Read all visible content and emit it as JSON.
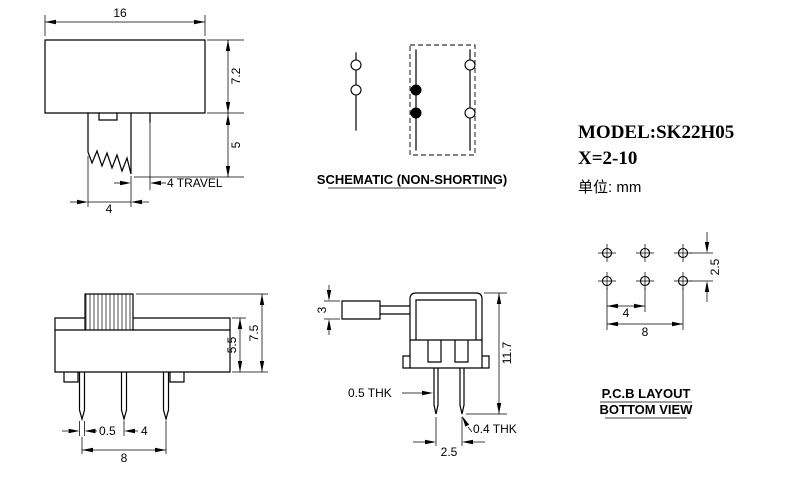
{
  "drawing": {
    "title_block": {
      "model": "MODEL:SK22H05",
      "x_spec": "X=2-10",
      "unit_label": "单位: mm"
    },
    "front_view": {
      "dim_body_width": "16",
      "dim_body_height": "7.2",
      "dim_knob_height": "5",
      "dim_travel": "4 TRAVEL",
      "dim_knob_width": "4"
    },
    "schematic_view": {
      "caption": "SCHEMATIC (NON-SHORTING)"
    },
    "side_view": {
      "dim_total_height": "7.5",
      "dim_body_height": "5.5",
      "dim_pin_width": "0.5",
      "dim_pin_pitch": "4",
      "dim_pin_span": "8"
    },
    "end_view": {
      "dim_knob_thickness": "3",
      "dim_total_height": "11.7",
      "dim_cover_thickness": "0.5 THK",
      "dim_pin_thickness": "0.4 THK",
      "dim_pin_pitch": "2.5"
    },
    "pcb_view": {
      "dim_row_pitch": "2.5",
      "dim_col_pitch": "4",
      "dim_col_span": "8",
      "caption_line1": "P.C.B LAYOUT",
      "caption_line2": "BOTTOM VIEW"
    }
  }
}
